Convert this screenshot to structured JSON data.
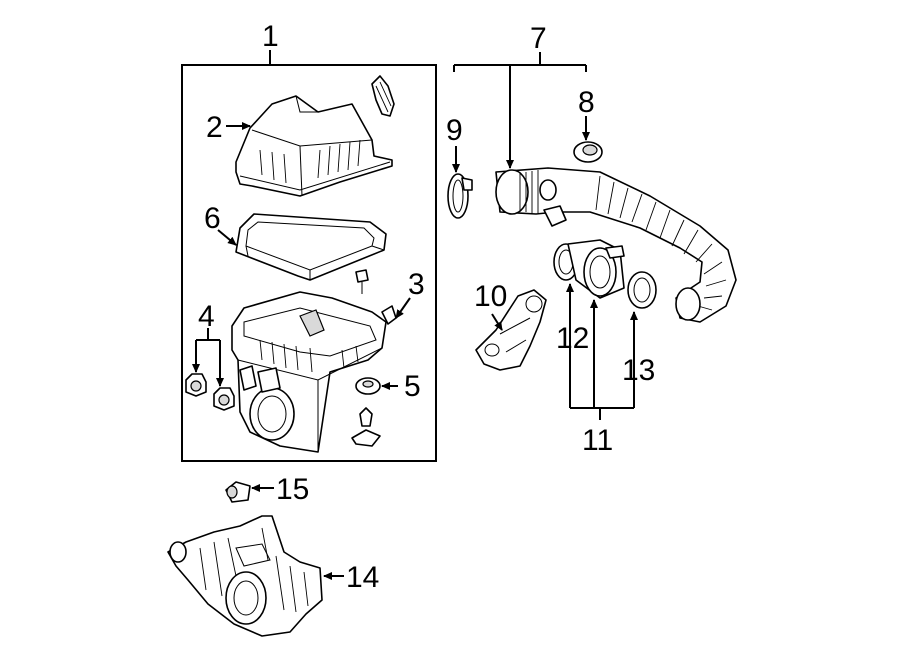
{
  "diagram": {
    "callouts": {
      "c1": "1",
      "c2": "2",
      "c3": "3",
      "c4": "4",
      "c5": "5",
      "c6": "6",
      "c7": "7",
      "c8": "8",
      "c9": "9",
      "c10": "10",
      "c11": "11",
      "c12": "12",
      "c13": "13",
      "c14": "14",
      "c15": "15"
    },
    "colors": {
      "line": "#000000",
      "background": "#ffffff"
    }
  }
}
